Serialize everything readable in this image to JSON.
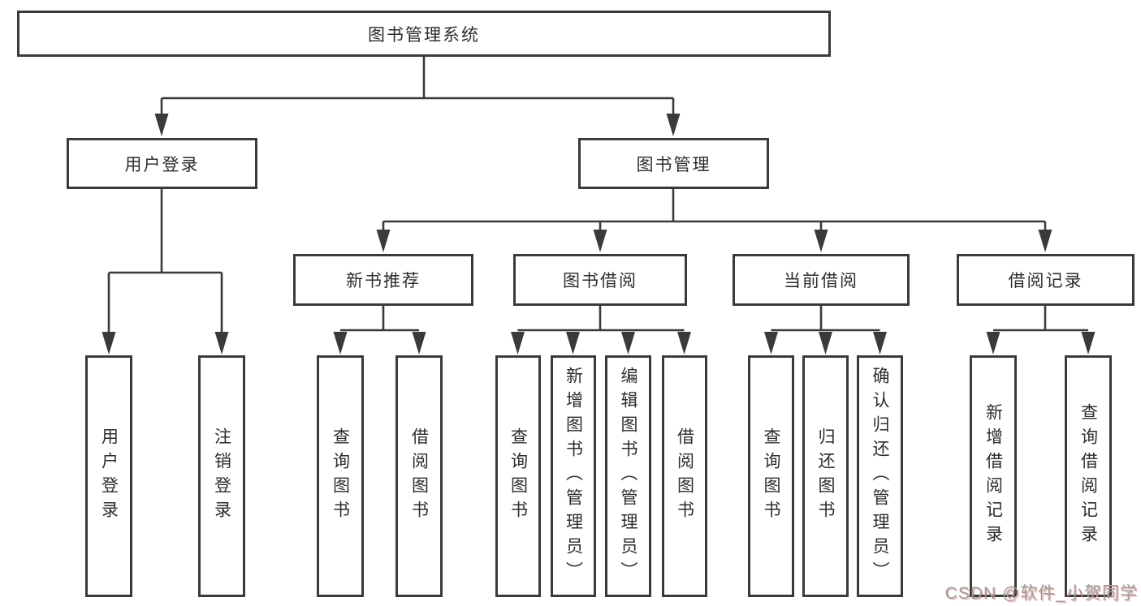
{
  "nodes": {
    "root": "图书管理系统",
    "user_login": "用户登录",
    "book_mgmt": "图书管理",
    "new_book_rec": "新书推荐",
    "book_borrow": "图书借阅",
    "current_borrow": "当前借阅",
    "borrow_record": "借阅记录"
  },
  "leaves": {
    "user_login": [
      "用户登录",
      "注销登录"
    ],
    "new_book_rec": [
      "查询图书",
      "借阅图书"
    ],
    "book_borrow": [
      "查询图书",
      "新增图书（管理员）",
      "编辑图书（管理员）",
      "借阅图书"
    ],
    "current_borrow": [
      "查询图书",
      "归还图书",
      "确认归还（管理员）"
    ],
    "borrow_record": [
      "新增借阅记录",
      "查询借阅记录"
    ]
  },
  "watermark": {
    "text": "CSDN @软件_小贺同学",
    "color": "#9d9d9d"
  },
  "colors": {
    "line": "#3a3a3a",
    "border": "#3a3a3a",
    "text": "#2d2d2d",
    "background": "#ffffff"
  }
}
